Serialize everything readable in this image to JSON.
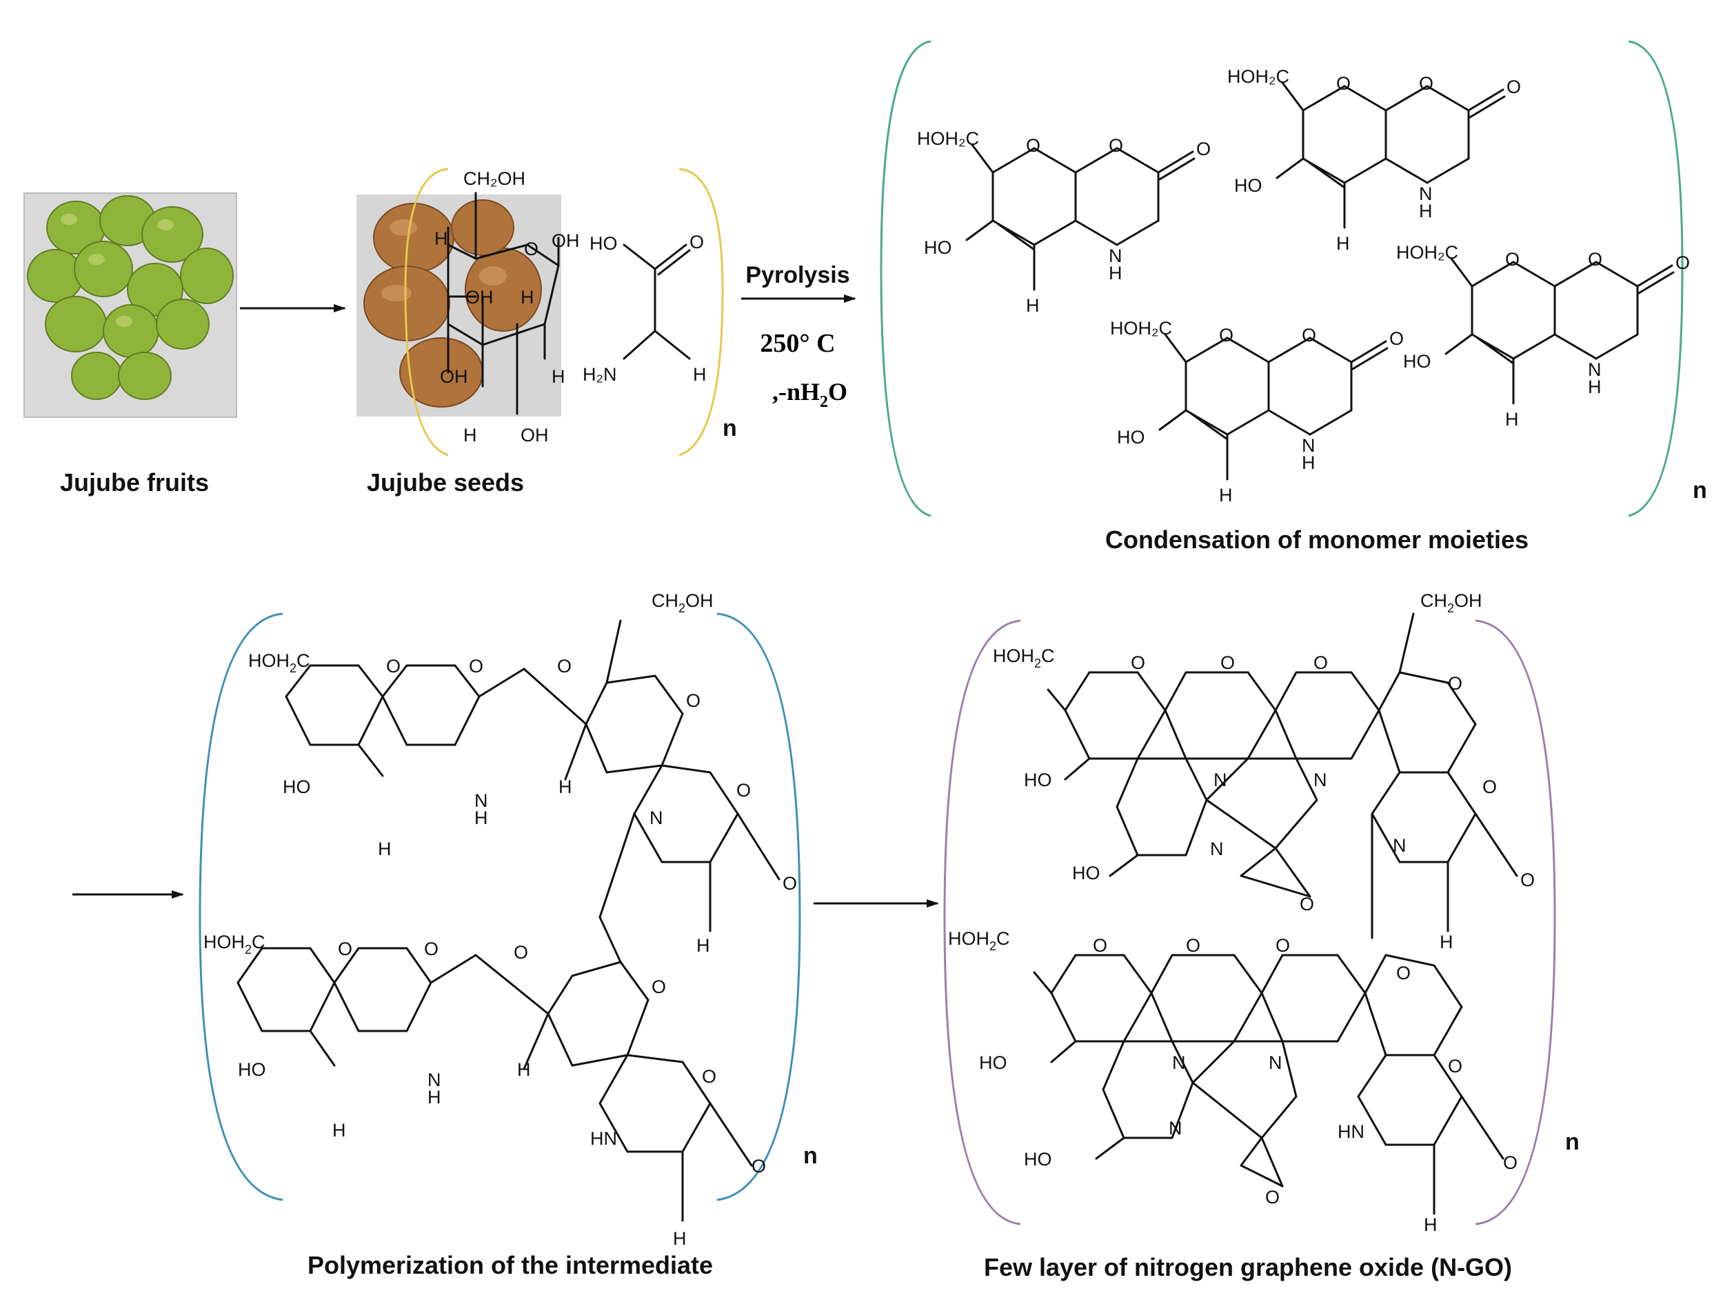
{
  "captions": {
    "fruits": "Jujube fruits",
    "seeds": "Jujube seeds",
    "condensation": "Condensation of monomer moieties",
    "polymerization": "Polymerization of the intermediate",
    "ngo": "Few layer of nitrogen graphene oxide (N-GO)"
  },
  "reaction": {
    "step": "Pyrolysis",
    "temp": "250° C",
    "water": ",-nH",
    "water_sub": "2",
    "water_tail": "O"
  },
  "repeat_unit": "n",
  "glucose": {
    "ch2oh": "CH₂OH",
    "oh": "OH",
    "h": "H",
    "o": "O"
  },
  "glycine": {
    "ho": "HO",
    "o": "O",
    "h2n": "H₂N",
    "h": "H"
  },
  "monomer": {
    "hoh2c": "HOH₂C",
    "o": "O",
    "ho": "HO",
    "nh": "N",
    "h": "H"
  },
  "colors": {
    "fruit_green": "#8fb43a",
    "seed_brown": "#b0733c",
    "bracket_yellow": "#e7c84f",
    "bracket_teal": "#4aa98e",
    "bracket_blue": "#3e8fb7",
    "bracket_purple": "#9b7fae"
  }
}
